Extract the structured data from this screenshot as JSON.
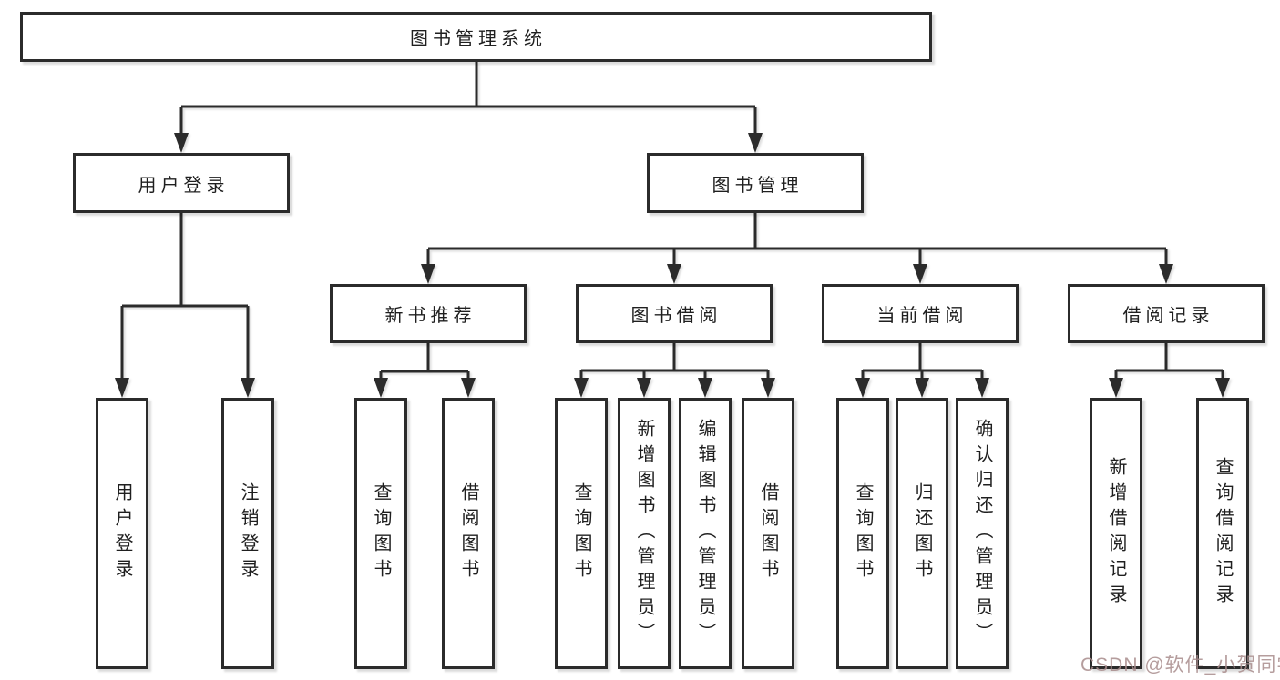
{
  "colors": {
    "background": "#ffffff",
    "line": "#2b2b2b",
    "box_border": "#2b2b2b",
    "text": "#1f1f1f",
    "watermark": "#a88c8c"
  },
  "diagram": {
    "root": {
      "label": "图书管理系统"
    },
    "level2": [
      {
        "label": "用户登录"
      },
      {
        "label": "图书管理"
      }
    ],
    "level3": [
      {
        "label": "新书推荐"
      },
      {
        "label": "图书借阅"
      },
      {
        "label": "当前借阅"
      },
      {
        "label": "借阅记录"
      }
    ],
    "leaves": {
      "user_login": [
        {
          "label": "用户登录"
        },
        {
          "label": "注销登录"
        }
      ],
      "new_book": [
        {
          "label": "查询图书"
        },
        {
          "label": "借阅图书"
        }
      ],
      "book_borrow": [
        {
          "label": "查询图书"
        },
        {
          "label": "新增图书（管理员）"
        },
        {
          "label": "编辑图书（管理员）"
        },
        {
          "label": "借阅图书"
        }
      ],
      "current_borrow": [
        {
          "label": "查询图书"
        },
        {
          "label": "归还图书"
        },
        {
          "label": "确认归还（管理员）"
        }
      ],
      "borrow_records": [
        {
          "label": "新增借阅记录"
        },
        {
          "label": "查询借阅记录"
        }
      ]
    }
  },
  "watermark": {
    "text": "CSDN @软件_小贺同学"
  }
}
